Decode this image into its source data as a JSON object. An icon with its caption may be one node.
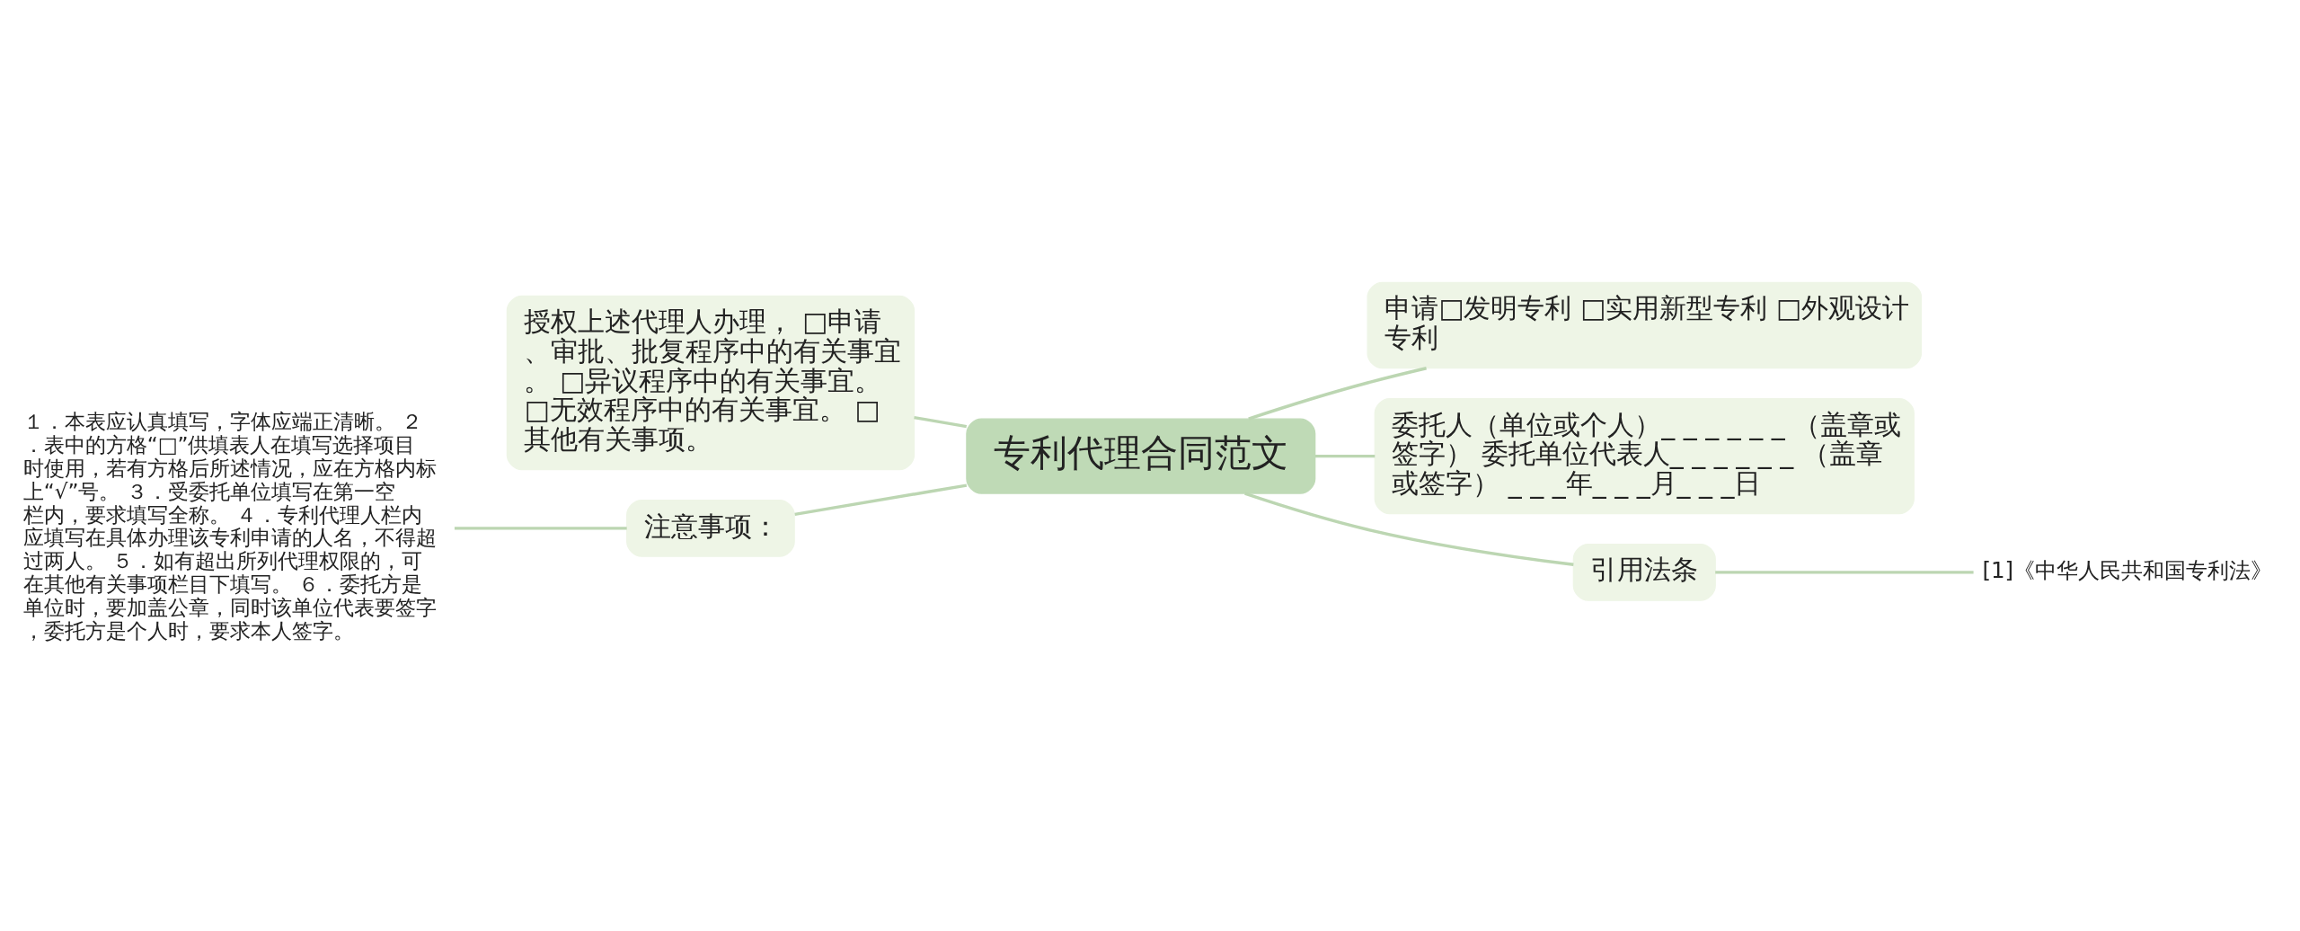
{
  "diagram": {
    "nodes": [
      {
        "text": [
          "专利代理合同范文"
        ]
      },
      {
        "text": [
          "授权上述代理人办理， □申请、审批、批复程序中的有关事宜。 □异议程序中的有关事宜。 □无效程序中的有关事宜。 □其他有关事项。"
        ]
      },
      {
        "text": [
          "注意事项："
        ]
      },
      {
        "text": [
          "１．本表应认真填写，字体应端正清晰。 ２．表中的方格“□”供填表人在填写选择项目时使用，若有方格后所述情况，应在方格内标上“√”号。 ３．受委托单位填写在第一空栏内，要求填写全称。 ４．专利代理人栏内应填写在具体办理该专利申请的人名，不得超过两人。 ５．如有超出所列代理权限的，可在其他有关事项栏目下填写。 ６．委托方是单位时，要加盖公章，同时该单位代表要签字，委托方是个人时，要求本人签字。"
        ]
      },
      {
        "text": [
          "申请□发明专利 □实用新型专利 □外观设计专利"
        ]
      },
      {
        "text": [
          "委托人（单位或个人）_ _ _ _ _ _ （盖章或签字） 委托单位代表人_ _ _ _ _ _ （盖章或签字） _ _ _年_ _ _月_ _ _日"
        ]
      },
      {
        "text": [
          "引用法条"
        ]
      },
      {
        "text": [
          "[1]《中华人民共和国专利法》"
        ]
      }
    ],
    "edges": [
      {
        "from": 0,
        "to": 1,
        "arrow": "none"
      },
      {
        "from": 0,
        "to": 2,
        "arrow": "none"
      },
      {
        "from": 2,
        "to": 3,
        "arrow": "none"
      },
      {
        "from": 0,
        "to": 4,
        "arrow": "none"
      },
      {
        "from": 0,
        "to": 5,
        "arrow": "none"
      },
      {
        "from": 0,
        "to": 6,
        "arrow": "none"
      },
      {
        "from": 6,
        "to": 7,
        "arrow": "none"
      }
    ]
  }
}
